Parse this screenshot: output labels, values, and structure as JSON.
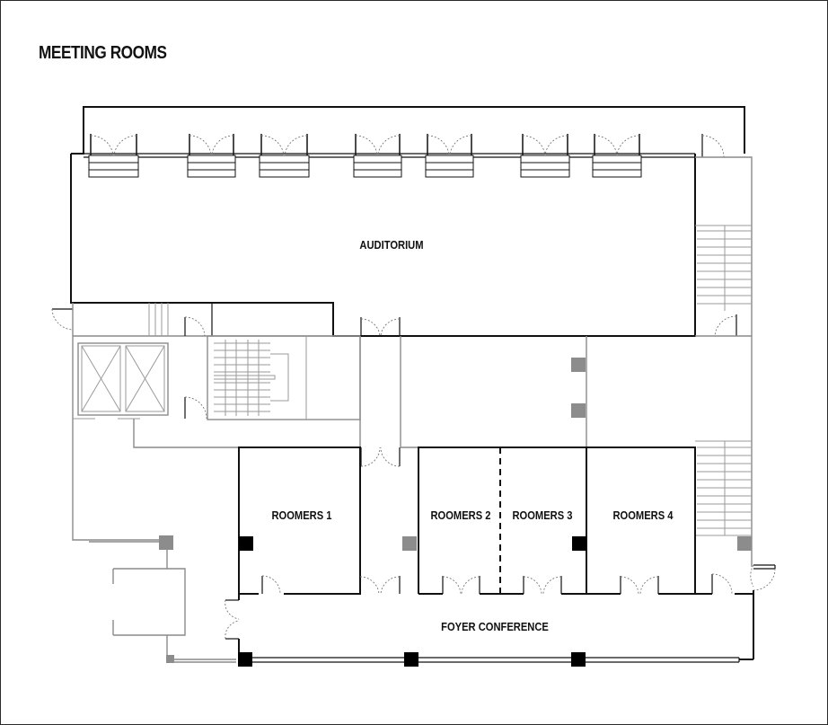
{
  "title": "MEETING ROOMS",
  "rooms": {
    "auditorium": "AUDITORIUM",
    "room1": "ROOMERS 1",
    "room2": "ROOMERS 2",
    "room3": "ROOMERS 3",
    "room4": "ROOMERS 4",
    "foyer": "FOYER CONFERENCE"
  },
  "colors": {
    "wall": "#111111",
    "secondary_wall": "#8a8a8a",
    "column_gray": "#8c8c8c",
    "column_black": "#000000"
  }
}
